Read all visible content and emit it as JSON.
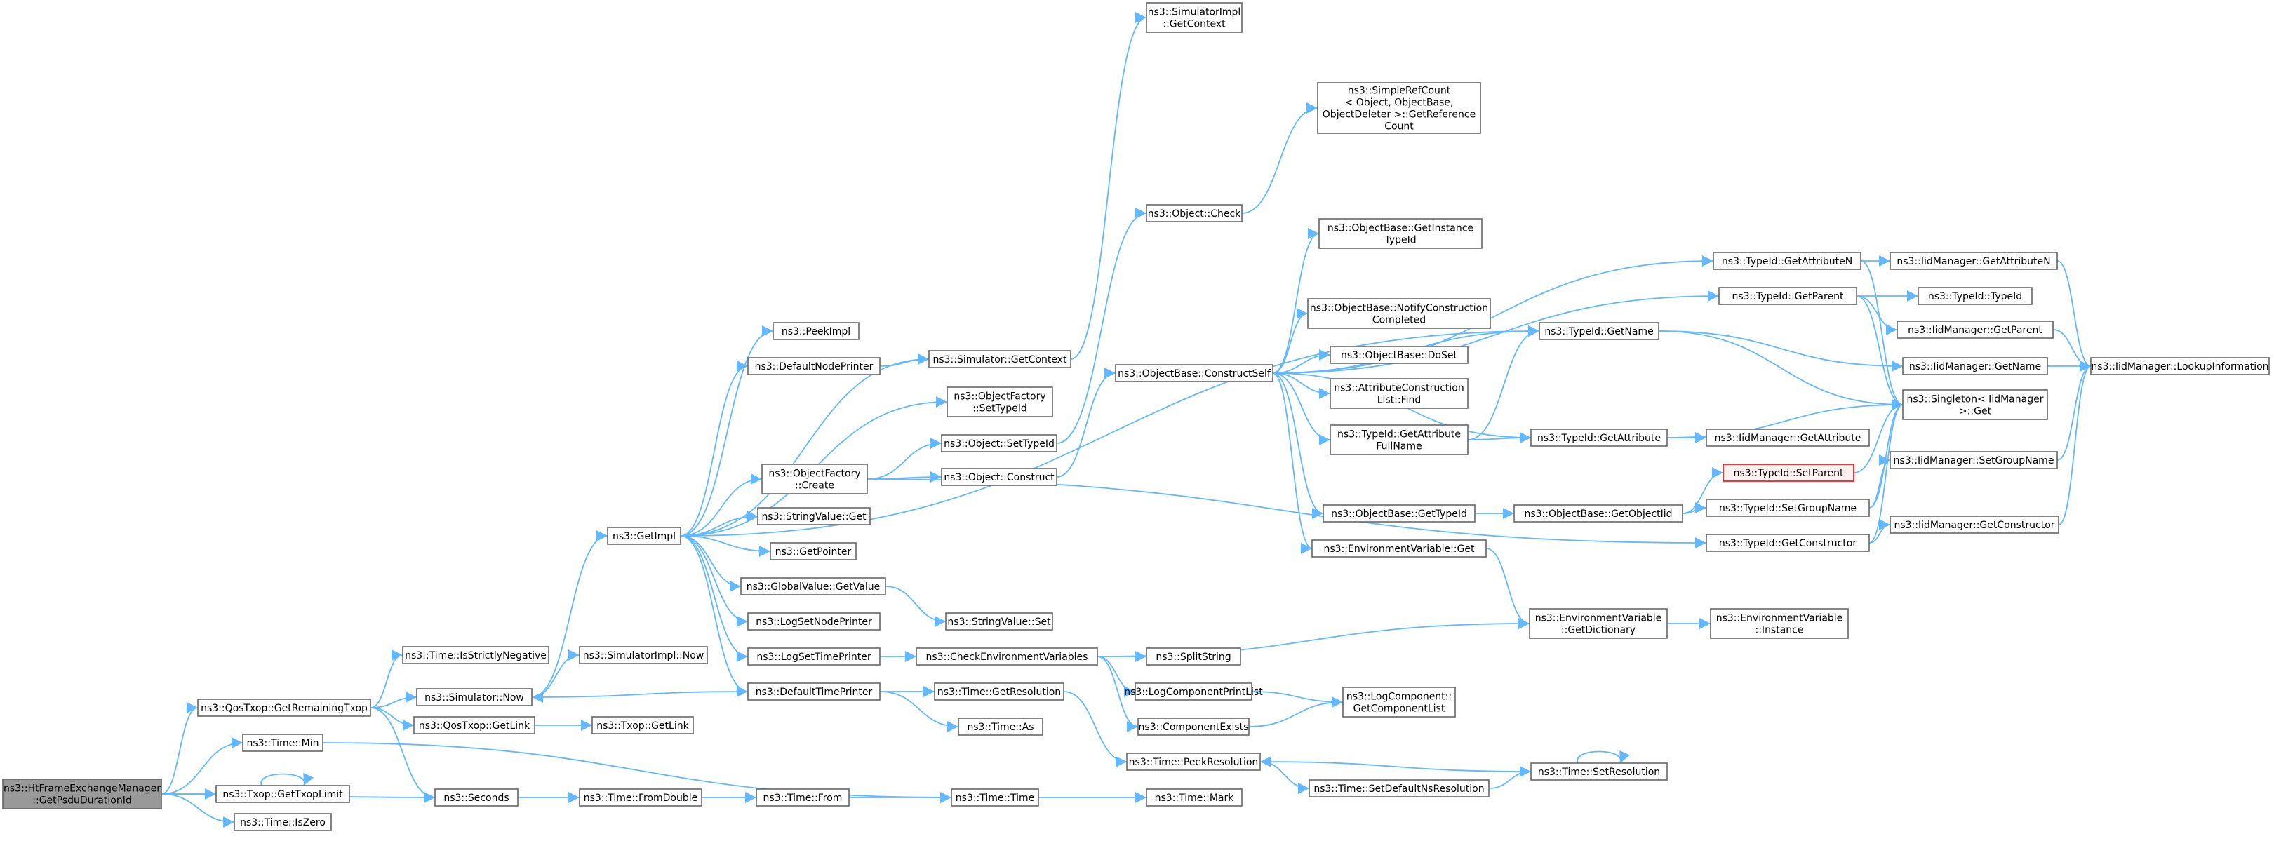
{
  "colors": {
    "edge": "#63b8ff",
    "node_border": "#666666",
    "root_fill": "#999999",
    "highlight_border": "#ff0000"
  },
  "nodes": [
    {
      "id": "root",
      "label": [
        "ns3::HtFrameExchangeManager",
        "::GetPsduDurationId"
      ],
      "style": "root"
    },
    {
      "id": "remtxop",
      "label": [
        "ns3::QosTxop::GetRemainingTxop"
      ]
    },
    {
      "id": "tmin",
      "label": [
        "ns3::Time::Min"
      ]
    },
    {
      "id": "gettxoplimit",
      "label": [
        "ns3::Txop::GetTxopLimit"
      ]
    },
    {
      "id": "iszero",
      "label": [
        "ns3::Time::IsZero"
      ]
    },
    {
      "id": "seconds",
      "label": [
        "ns3::Seconds"
      ]
    },
    {
      "id": "isneg",
      "label": [
        "ns3::Time::IsStrictlyNegative"
      ]
    },
    {
      "id": "simnow",
      "label": [
        "ns3::Simulator::Now"
      ]
    },
    {
      "id": "qosgetlink",
      "label": [
        "ns3::QosTxop::GetLink"
      ]
    },
    {
      "id": "simimplnow",
      "label": [
        "ns3::SimulatorImpl::Now"
      ]
    },
    {
      "id": "txopgetlink",
      "label": [
        "ns3::Txop::GetLink"
      ]
    },
    {
      "id": "getimpl",
      "label": [
        "ns3::GetImpl"
      ]
    },
    {
      "id": "fromdouble",
      "label": [
        "ns3::Time::FromDouble"
      ]
    },
    {
      "id": "timefrom",
      "label": [
        "ns3::Time::From"
      ]
    },
    {
      "id": "timetime",
      "label": [
        "ns3::Time::Time"
      ]
    },
    {
      "id": "timemark",
      "label": [
        "ns3::Time::Mark"
      ]
    },
    {
      "id": "peekimpl",
      "label": [
        "ns3::PeekImpl"
      ]
    },
    {
      "id": "defnodeprinter",
      "label": [
        "ns3::DefaultNodePrinter"
      ]
    },
    {
      "id": "objfactcreate",
      "label": [
        "ns3::ObjectFactory",
        "::Create"
      ]
    },
    {
      "id": "strvalget",
      "label": [
        "ns3::StringValue::Get"
      ]
    },
    {
      "id": "getpointer",
      "label": [
        "ns3::GetPointer"
      ]
    },
    {
      "id": "gvgetvalue",
      "label": [
        "ns3::GlobalValue::GetValue"
      ]
    },
    {
      "id": "logsetnode",
      "label": [
        "ns3::LogSetNodePrinter"
      ]
    },
    {
      "id": "logsettime",
      "label": [
        "ns3::LogSetTimePrinter"
      ]
    },
    {
      "id": "deftimeprinter",
      "label": [
        "ns3::DefaultTimePrinter"
      ]
    },
    {
      "id": "simgetctx",
      "label": [
        "ns3::Simulator::GetContext"
      ]
    },
    {
      "id": "simimplgetctx",
      "label": [
        "ns3::SimulatorImpl",
        "::GetContext"
      ]
    },
    {
      "id": "objfactsettid",
      "label": [
        "ns3::ObjectFactory",
        "::SetTypeId"
      ]
    },
    {
      "id": "objsettid",
      "label": [
        "ns3::Object::SetTypeId"
      ]
    },
    {
      "id": "objconstruct",
      "label": [
        "ns3::Object::Construct"
      ]
    },
    {
      "id": "strvalset",
      "label": [
        "ns3::StringValue::Set"
      ]
    },
    {
      "id": "checkenv",
      "label": [
        "ns3::CheckEnvironmentVariables"
      ]
    },
    {
      "id": "getres",
      "label": [
        "ns3::Time::GetResolution"
      ]
    },
    {
      "id": "timeas",
      "label": [
        "ns3::Time::As"
      ]
    },
    {
      "id": "objcheck",
      "label": [
        "ns3::Object::Check"
      ]
    },
    {
      "id": "simplerefcount",
      "label": [
        "ns3::SimpleRefCount",
        "< Object, ObjectBase,",
        "ObjectDeleter >::GetReference",
        "Count"
      ]
    },
    {
      "id": "constructself",
      "label": [
        "ns3::ObjectBase::ConstructSelf"
      ]
    },
    {
      "id": "getinstancetid",
      "label": [
        "ns3::ObjectBase::GetInstance",
        "TypeId"
      ]
    },
    {
      "id": "notifyconstruct",
      "label": [
        "ns3::ObjectBase::NotifyConstruction",
        "Completed"
      ]
    },
    {
      "id": "doset",
      "label": [
        "ns3::ObjectBase::DoSet"
      ]
    },
    {
      "id": "attrconstlist",
      "label": [
        "ns3::AttributeConstruction",
        "List::Find"
      ]
    },
    {
      "id": "getattrfullname",
      "label": [
        "ns3::TypeId::GetAttribute",
        "FullName"
      ]
    },
    {
      "id": "obgettypeid",
      "label": [
        "ns3::ObjectBase::GetTypeId"
      ]
    },
    {
      "id": "envget",
      "label": [
        "ns3::EnvironmentVariable::Get"
      ]
    },
    {
      "id": "splitstring",
      "label": [
        "ns3::SplitString"
      ]
    },
    {
      "id": "logcompprint",
      "label": [
        "ns3::LogComponentPrintList"
      ]
    },
    {
      "id": "compexists",
      "label": [
        "ns3::ComponentExists"
      ]
    },
    {
      "id": "peekres",
      "label": [
        "ns3::Time::PeekResolution"
      ]
    },
    {
      "id": "setdefns",
      "label": [
        "ns3::Time::SetDefaultNsResolution"
      ]
    },
    {
      "id": "tidgetname",
      "label": [
        "ns3::TypeId::GetName"
      ]
    },
    {
      "id": "tidgetattr",
      "label": [
        "ns3::TypeId::GetAttribute"
      ]
    },
    {
      "id": "getobjectiid",
      "label": [
        "ns3::ObjectBase::GetObjectIid"
      ]
    },
    {
      "id": "envgetdict",
      "label": [
        "ns3::EnvironmentVariable",
        "::GetDictionary"
      ]
    },
    {
      "id": "logcompgetlist",
      "label": [
        "ns3::LogComponent::",
        "GetComponentList"
      ]
    },
    {
      "id": "setres",
      "label": [
        "ns3::Time::SetResolution"
      ]
    },
    {
      "id": "tidgetattrn",
      "label": [
        "ns3::TypeId::GetAttributeN"
      ]
    },
    {
      "id": "tidgetparent",
      "label": [
        "ns3::TypeId::GetParent"
      ]
    },
    {
      "id": "singleton",
      "label": [
        "ns3::Singleton< IidManager",
        ">::Get"
      ]
    },
    {
      "id": "tidsetparent",
      "label": [
        "ns3::TypeId::SetParent"
      ],
      "style": "red"
    },
    {
      "id": "tidsetgroup",
      "label": [
        "ns3::TypeId::SetGroupName"
      ]
    },
    {
      "id": "tidgetctor",
      "label": [
        "ns3::TypeId::GetConstructor"
      ]
    },
    {
      "id": "envinstance",
      "label": [
        "ns3::EnvironmentVariable",
        "::Instance"
      ]
    },
    {
      "id": "iidgetattrn",
      "label": [
        "ns3::IidManager::GetAttributeN"
      ]
    },
    {
      "id": "tidtypeid",
      "label": [
        "ns3::TypeId::TypeId"
      ]
    },
    {
      "id": "iidgetparent",
      "label": [
        "ns3::IidManager::GetParent"
      ]
    },
    {
      "id": "iidgetname",
      "label": [
        "ns3::IidManager::GetName"
      ]
    },
    {
      "id": "iidgetattr",
      "label": [
        "ns3::IidManager::GetAttribute"
      ]
    },
    {
      "id": "iidsetgroup",
      "label": [
        "ns3::IidManager::SetGroupName"
      ]
    },
    {
      "id": "iidgetctor",
      "label": [
        "ns3::IidManager::GetConstructor"
      ]
    },
    {
      "id": "iidlookup",
      "label": [
        "ns3::IidManager::LookupInformation"
      ]
    }
  ],
  "edges": [
    [
      "root",
      "remtxop"
    ],
    [
      "root",
      "tmin"
    ],
    [
      "root",
      "gettxoplimit"
    ],
    [
      "root",
      "iszero"
    ],
    [
      "root",
      "seconds"
    ],
    [
      "remtxop",
      "isneg"
    ],
    [
      "remtxop",
      "simnow"
    ],
    [
      "remtxop",
      "qosgetlink"
    ],
    [
      "remtxop",
      "seconds"
    ],
    [
      "tmin",
      "timetime"
    ],
    [
      "gettxoplimit",
      "gettxoplimit"
    ],
    [
      "seconds",
      "fromdouble"
    ],
    [
      "fromdouble",
      "timefrom"
    ],
    [
      "timefrom",
      "timetime"
    ],
    [
      "timetime",
      "timemark"
    ],
    [
      "simnow",
      "simimplnow"
    ],
    [
      "simnow",
      "getimpl"
    ],
    [
      "qosgetlink",
      "txopgetlink"
    ],
    [
      "getimpl",
      "peekimpl"
    ],
    [
      "getimpl",
      "defnodeprinter"
    ],
    [
      "getimpl",
      "simgetctx"
    ],
    [
      "getimpl",
      "objfactsettid"
    ],
    [
      "getimpl",
      "objfactcreate"
    ],
    [
      "getimpl",
      "strvalget"
    ],
    [
      "getimpl",
      "getpointer"
    ],
    [
      "getimpl",
      "gvgetvalue"
    ],
    [
      "getimpl",
      "logsetnode"
    ],
    [
      "getimpl",
      "logsettime"
    ],
    [
      "getimpl",
      "deftimeprinter"
    ],
    [
      "getimpl",
      "tidgetname"
    ],
    [
      "defnodeprinter",
      "simgetctx"
    ],
    [
      "simgetctx",
      "simimplgetctx"
    ],
    [
      "objfactcreate",
      "objsettid"
    ],
    [
      "objfactcreate",
      "objconstruct"
    ],
    [
      "objfactcreate",
      "tidgetctor"
    ],
    [
      "gvgetvalue",
      "strvalset"
    ],
    [
      "logsettime",
      "checkenv"
    ],
    [
      "deftimeprinter",
      "simnow"
    ],
    [
      "deftimeprinter",
      "getres"
    ],
    [
      "deftimeprinter",
      "timeas"
    ],
    [
      "objsettid",
      "objcheck"
    ],
    [
      "objconstruct",
      "constructself"
    ],
    [
      "objcheck",
      "simplerefcount"
    ],
    [
      "constructself",
      "getinstancetid"
    ],
    [
      "constructself",
      "notifyconstruct"
    ],
    [
      "constructself",
      "doset"
    ],
    [
      "constructself",
      "attrconstlist"
    ],
    [
      "constructself",
      "getattrfullname"
    ],
    [
      "constructself",
      "obgettypeid"
    ],
    [
      "constructself",
      "envget"
    ],
    [
      "constructself",
      "tidgetname"
    ],
    [
      "constructself",
      "tidgetattr"
    ],
    [
      "constructself",
      "tidgetattrn"
    ],
    [
      "constructself",
      "tidgetparent"
    ],
    [
      "getattrfullname",
      "tidgetname"
    ],
    [
      "getattrfullname",
      "tidgetattr"
    ],
    [
      "obgettypeid",
      "getobjectiid"
    ],
    [
      "getobjectiid",
      "tidsetparent"
    ],
    [
      "getobjectiid",
      "tidsetgroup"
    ],
    [
      "envget",
      "envgetdict"
    ],
    [
      "checkenv",
      "envgetdict"
    ],
    [
      "checkenv",
      "splitstring"
    ],
    [
      "checkenv",
      "logcompprint"
    ],
    [
      "checkenv",
      "compexists"
    ],
    [
      "logcompprint",
      "logcompgetlist"
    ],
    [
      "compexists",
      "logcompgetlist"
    ],
    [
      "getres",
      "peekres"
    ],
    [
      "peekres",
      "setdefns"
    ],
    [
      "setdefns",
      "setres"
    ],
    [
      "setres",
      "peekres"
    ],
    [
      "setres",
      "setres"
    ],
    [
      "envgetdict",
      "envinstance"
    ],
    [
      "tidgetname",
      "singleton"
    ],
    [
      "tidgetname",
      "iidgetname"
    ],
    [
      "tidgetattr",
      "singleton"
    ],
    [
      "tidgetattr",
      "iidgetattr"
    ],
    [
      "tidgetattrn",
      "iidgetattrn"
    ],
    [
      "tidgetattrn",
      "singleton"
    ],
    [
      "tidgetparent",
      "tidtypeid"
    ],
    [
      "tidgetparent",
      "iidgetparent"
    ],
    [
      "tidgetparent",
      "singleton"
    ],
    [
      "tidsetparent",
      "singleton"
    ],
    [
      "tidsetgroup",
      "iidsetgroup"
    ],
    [
      "tidsetgroup",
      "singleton"
    ],
    [
      "tidgetctor",
      "iidgetctor"
    ],
    [
      "tidgetctor",
      "singleton"
    ],
    [
      "iidgetattrn",
      "iidlookup"
    ],
    [
      "iidgetparent",
      "iidlookup"
    ],
    [
      "iidgetname",
      "iidlookup"
    ],
    [
      "iidsetgroup",
      "iidlookup"
    ],
    [
      "iidgetctor",
      "iidlookup"
    ]
  ]
}
